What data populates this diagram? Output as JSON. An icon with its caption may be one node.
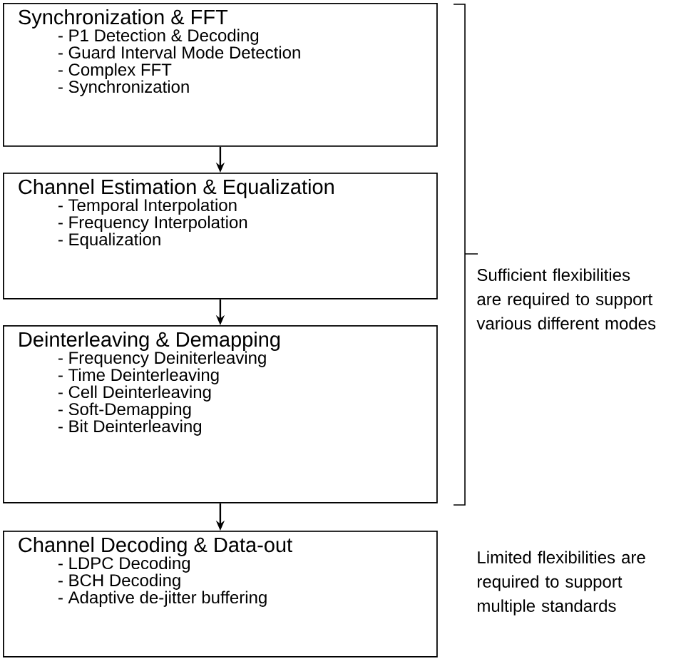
{
  "diagram": {
    "nodes": [
      {
        "text": [
          "Synchronization & FFT",
          "- P1 Detection & Decoding",
          "- Guard Interval Mode Detection",
          "- Complex FFT",
          "- Synchronization"
        ]
      },
      {
        "text": [
          "Channel Estimation & Equalization",
          "- Temporal Interpolation",
          "- Frequency Interpolation",
          "- Equalization"
        ]
      },
      {
        "text": [
          "Deinterleaving & Demapping",
          "- Frequency Deiniterleaving",
          "- Time Deinterleaving",
          "- Cell Deinterleaving",
          "- Soft-Demapping",
          "- Bit Deinterleaving"
        ]
      },
      {
        "text": [
          "Channel Decoding & Data-out",
          "- LDPC Decoding",
          "- BCH Decoding",
          "- Adaptive de-jitter buffering"
        ]
      }
    ],
    "edges": [
      {
        "from": 0,
        "to": 1,
        "arrow": "to"
      },
      {
        "from": 1,
        "to": 2,
        "arrow": "to"
      },
      {
        "from": 2,
        "to": 3,
        "arrow": "to"
      }
    ],
    "labels": [
      "Sufficient flexibilities are required to support various different modes",
      "Limited flexibilities are required to support multiple standards"
    ]
  }
}
